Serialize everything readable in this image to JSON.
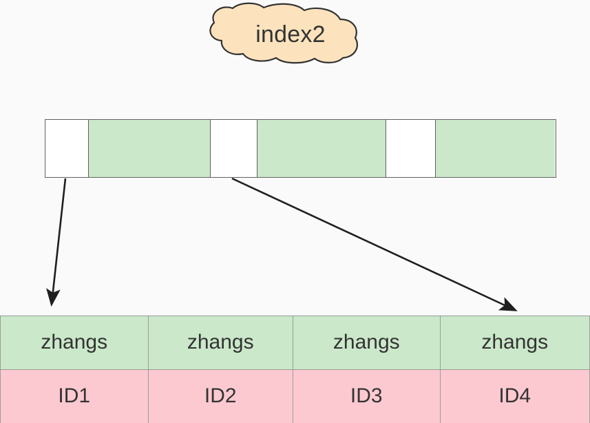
{
  "diagram": {
    "title_node": {
      "label": "index2",
      "shape": "cloud",
      "fill": "#fce3bd",
      "stroke": "#333333"
    },
    "index_bar": {
      "name": "index-page-bar",
      "fill_empty": "#ffffff",
      "fill_filled": "#cbe8ca",
      "stroke": "#60605f",
      "segments": [
        {
          "id": "slot-1",
          "state": "empty"
        },
        {
          "id": "slot-2",
          "state": "filled"
        },
        {
          "id": "slot-3",
          "state": "empty"
        },
        {
          "id": "slot-4",
          "state": "filled"
        },
        {
          "id": "slot-5",
          "state": "empty"
        },
        {
          "id": "slot-6",
          "state": "filled"
        }
      ]
    },
    "connectors": [
      {
        "id": "arrow-slot1-to-col1",
        "from": "slot-1",
        "to": "column-1"
      },
      {
        "id": "arrow-slot3-to-col4",
        "from": "slot-3",
        "to": "column-4"
      }
    ],
    "data_table": {
      "name": "row-data-table",
      "name_row_fill": "#cbe8ca",
      "id_row_fill": "#fcc9d0",
      "stroke": "#9b9b9b",
      "rows": [
        {
          "role": "name",
          "cells": [
            "zhangs",
            "zhangs",
            "zhangs",
            "zhangs"
          ]
        },
        {
          "role": "id",
          "cells": [
            "ID1",
            "ID2",
            "ID3",
            "ID4"
          ]
        }
      ]
    },
    "colors": {
      "background": "#fafafa",
      "text": "#333333",
      "arrow": "#1f1f1f"
    }
  }
}
